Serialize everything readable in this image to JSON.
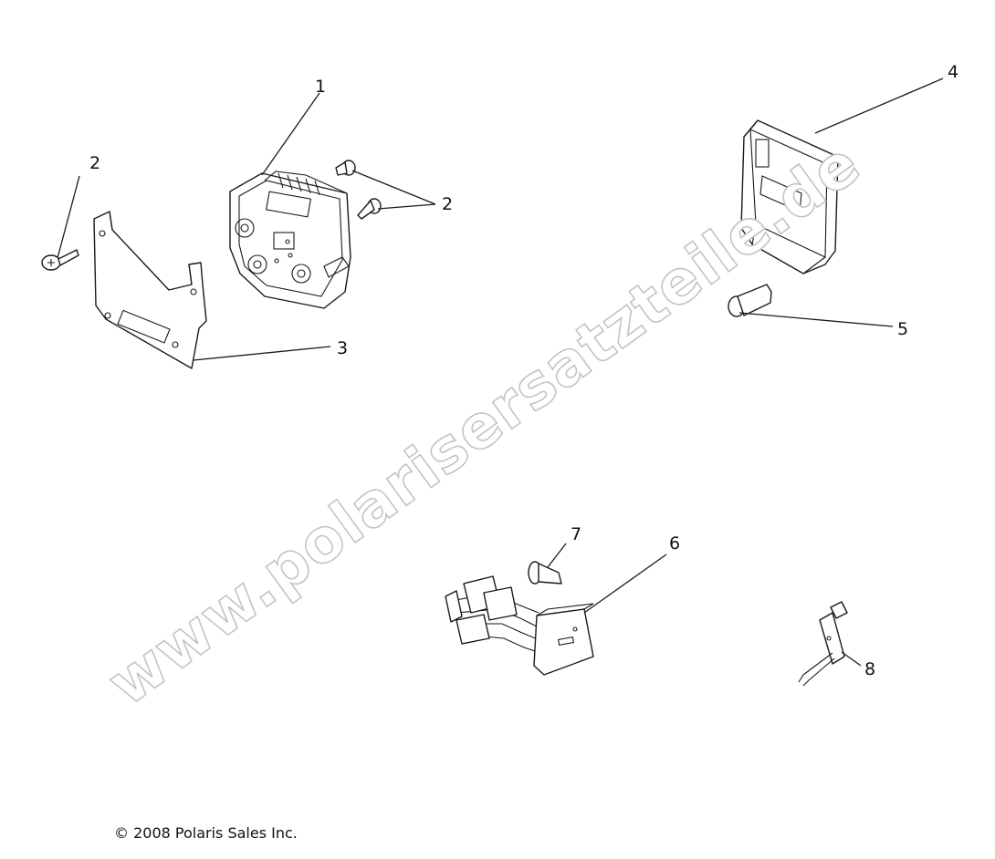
{
  "callouts": {
    "c1": "1",
    "c2a": "2",
    "c2b": "2",
    "c3": "3",
    "c4": "4",
    "c5": "5",
    "c6": "6",
    "c7": "7",
    "c8": "8"
  },
  "watermark": "www.polarisersatzteile.de",
  "copyright": "© 2008 Polaris Sales Inc.",
  "colors": {
    "line": "#1a1a1a",
    "watermark_outline": "#c4c4c4",
    "background": "#ffffff"
  }
}
